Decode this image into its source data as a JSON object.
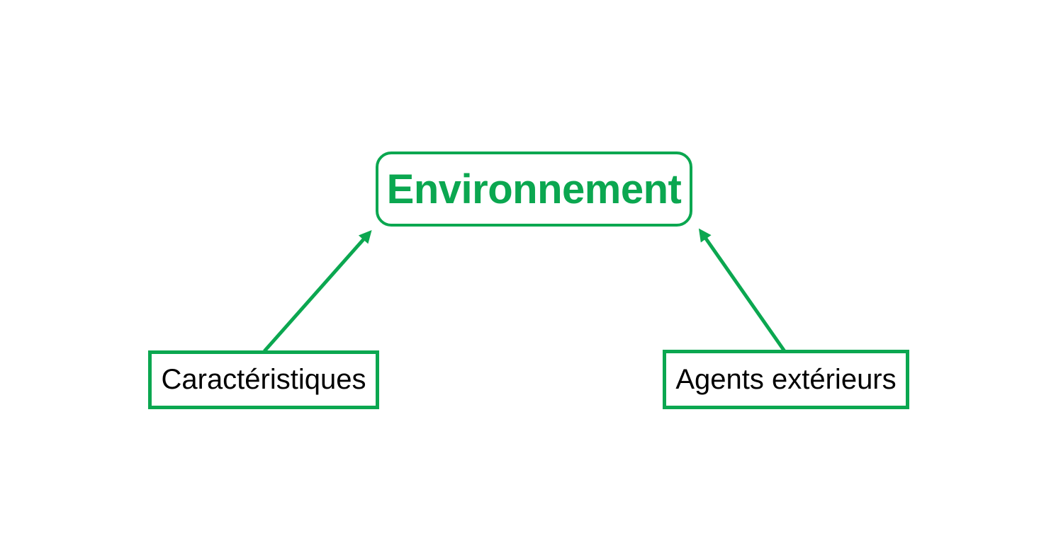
{
  "diagram": {
    "nodes": {
      "environnement": {
        "label": "Environnement",
        "role": "root"
      },
      "caracteristiques": {
        "label": "Caractéristiques",
        "role": "child"
      },
      "agents_exterieurs": {
        "label": "Agents extérieurs",
        "role": "child"
      }
    },
    "connections": [
      {
        "from": "caracteristiques",
        "to": "environnement",
        "style": "arrow"
      },
      {
        "from": "agents_exterieurs",
        "to": "environnement",
        "style": "arrow"
      }
    ],
    "colors": {
      "accent": "#0ba750",
      "text": "#000000",
      "background": "#ffffff"
    }
  }
}
